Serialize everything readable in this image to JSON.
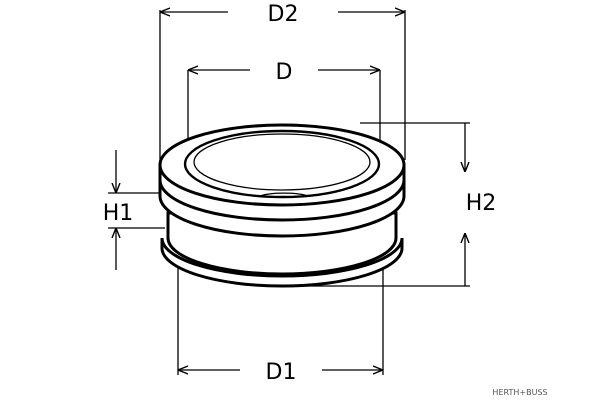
{
  "labels": {
    "d2": "D2",
    "d": "D",
    "d1": "D1",
    "h1": "H1",
    "h2": "H2"
  },
  "watermark": "HERTH+BUSS",
  "colors": {
    "stroke": "#000000",
    "background": "#ffffff"
  }
}
